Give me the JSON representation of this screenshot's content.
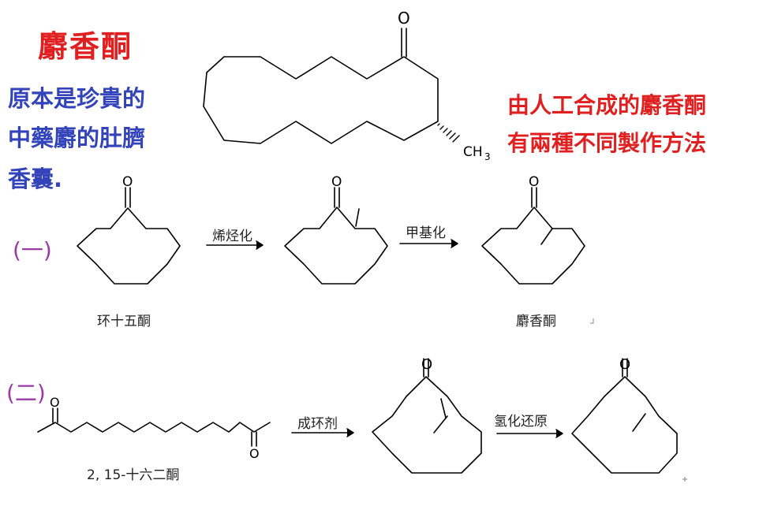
{
  "title": "麝香酮",
  "intro_lines": [
    "原本是珍貴的",
    "中藥麝的肚臍",
    "香囊."
  ],
  "note_lines": [
    "由人工合成的麝香酮",
    "有兩種不同製作方法"
  ],
  "method_1": {
    "marker": "(一)",
    "step1_label": "烯烃化",
    "step2_label": "甲基化",
    "start_name": "环十五酮",
    "product_name": "麝香酮"
  },
  "method_2": {
    "marker": "(二)",
    "step1_label": "成环剂",
    "step2_label": "氢化还原",
    "start_name": "2, 15-十六二酮"
  },
  "atoms": {
    "oxygen": "O",
    "methyl": "CH",
    "methyl_sub": "3"
  },
  "colors": {
    "title_red": "#e02020",
    "intro_blue": "#3344bb",
    "marker_purple": "#9a3aa6"
  }
}
